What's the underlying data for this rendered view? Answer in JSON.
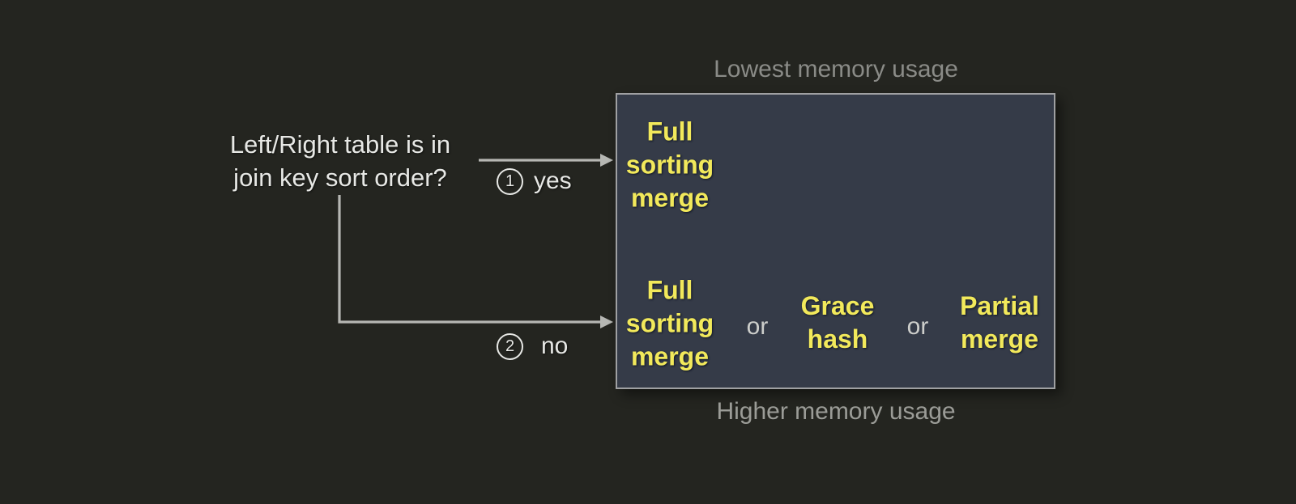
{
  "question": {
    "line1": "Left/Right table is in",
    "line2": "join key sort order?"
  },
  "branches": [
    {
      "number": "1",
      "label": "yes"
    },
    {
      "number": "2",
      "label": "no"
    }
  ],
  "captions": {
    "top": "Lowest memory usage",
    "bottom": "Higher memory usage"
  },
  "box": {
    "rows": [
      {
        "options": [
          {
            "lines": [
              "Full",
              "sorting",
              "merge"
            ]
          }
        ]
      },
      {
        "separator": "or",
        "options": [
          {
            "lines": [
              "Full",
              "sorting",
              "merge"
            ]
          },
          {
            "lines": [
              "Grace",
              "hash"
            ]
          },
          {
            "lines": [
              "Partial",
              "merge"
            ]
          }
        ]
      }
    ]
  },
  "colors": {
    "bg": "#242520",
    "box_fill": "#353b48",
    "box_border": "#9fa0a2",
    "yellow": "#f2e95b",
    "white": "#e7e8e5",
    "caption_top": "#8a8b87",
    "caption_bottom": "#9b9c97",
    "line": "#b6b7b3",
    "or": "#cdcecb"
  }
}
